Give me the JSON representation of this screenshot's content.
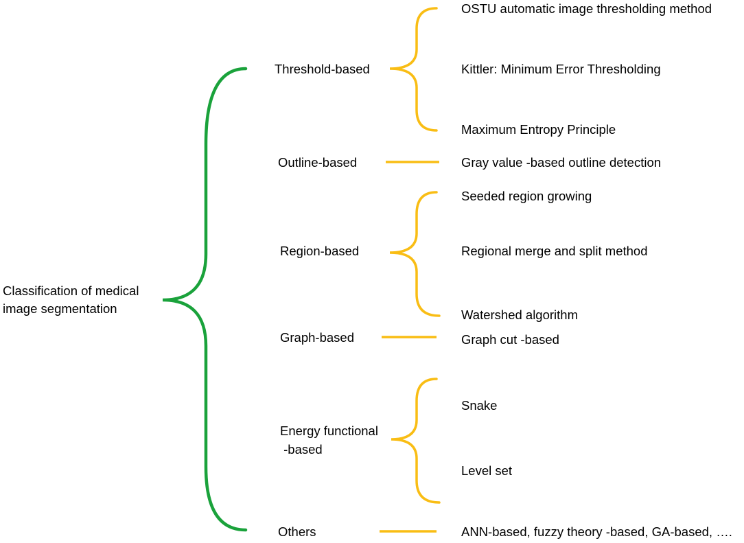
{
  "colors": {
    "root_brace": "#1aa23b",
    "branch_brace": "#f9bd14",
    "text": "#000000"
  },
  "root": {
    "line1": "Classification of medical",
    "line2": "image segmentation"
  },
  "categories": {
    "threshold": {
      "label": "Threshold-based",
      "items": [
        "OSTU automatic image thresholding method",
        "Kittler: Minimum Error Thresholding",
        "Maximum Entropy Principle"
      ]
    },
    "outline": {
      "label": "Outline-based",
      "items": [
        "Gray value -based outline detection"
      ]
    },
    "region": {
      "label": "Region-based",
      "items": [
        "Seeded  region growing",
        "Regional merge and split method",
        "Watershed algorithm"
      ]
    },
    "graph": {
      "label": "Graph-based",
      "items": [
        "Graph cut -based"
      ]
    },
    "energy": {
      "label_line1": "Energy functional",
      "label_line2": " -based",
      "items": [
        "Snake",
        "Level set"
      ]
    },
    "others": {
      "label": "Others",
      "items": [
        "ANN-based, fuzzy theory -based, GA-based, …."
      ]
    }
  }
}
